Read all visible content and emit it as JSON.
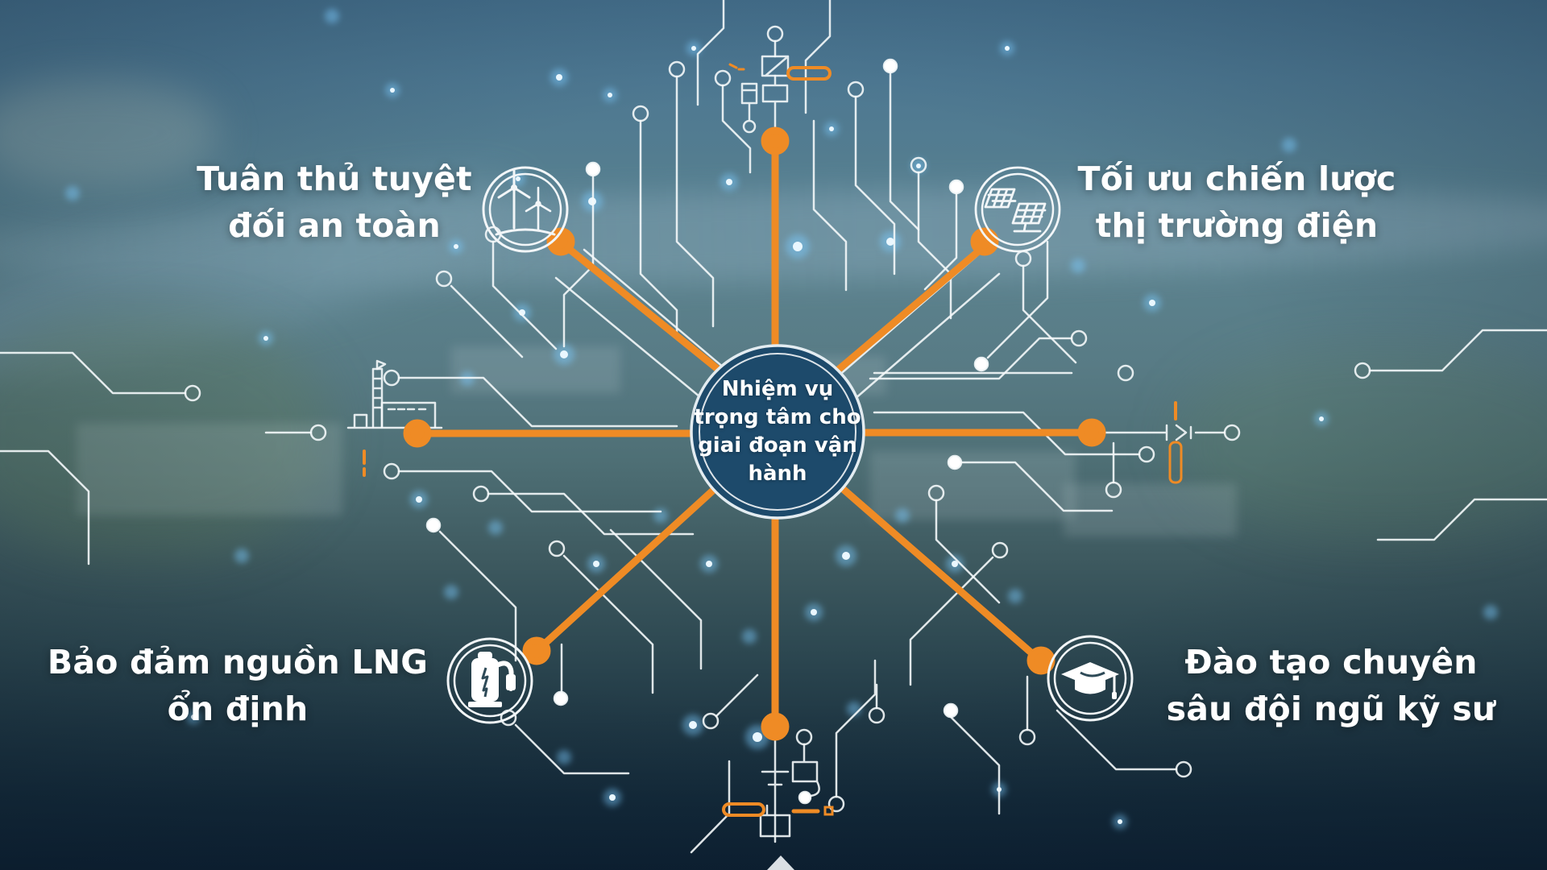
{
  "center": {
    "label": "Nhiệm vụ trọng tâm cho giai đoạn vận hành",
    "lines": [
      "Nhiệm vụ",
      "trọng tâm cho",
      "giai đoạn vận",
      "hành"
    ]
  },
  "items": [
    {
      "id": "safety",
      "position": "top-left",
      "icon": "wind-turbine-icon",
      "line1": "Tuân thủ tuyệt",
      "line2": "đối an toàn"
    },
    {
      "id": "market",
      "position": "top-right",
      "icon": "solar-panel-icon",
      "line1": "Tối ưu chiến lược",
      "line2": "thị trường điện"
    },
    {
      "id": "lng",
      "position": "bottom-left",
      "icon": "fuel-pump-icon",
      "line1": "Bảo đảm nguồn LNG",
      "line2": "ổn định"
    },
    {
      "id": "training",
      "position": "bottom-right",
      "icon": "graduation-cap-icon",
      "line1": "Đào tạo chuyên",
      "line2": "sâu đội ngũ kỹ sư"
    }
  ],
  "colors": {
    "accent_orange": "#ef8b25",
    "hub_fill": "#1d4a6b",
    "trace_white": "#f4f8fa",
    "text": "#ffffff"
  }
}
